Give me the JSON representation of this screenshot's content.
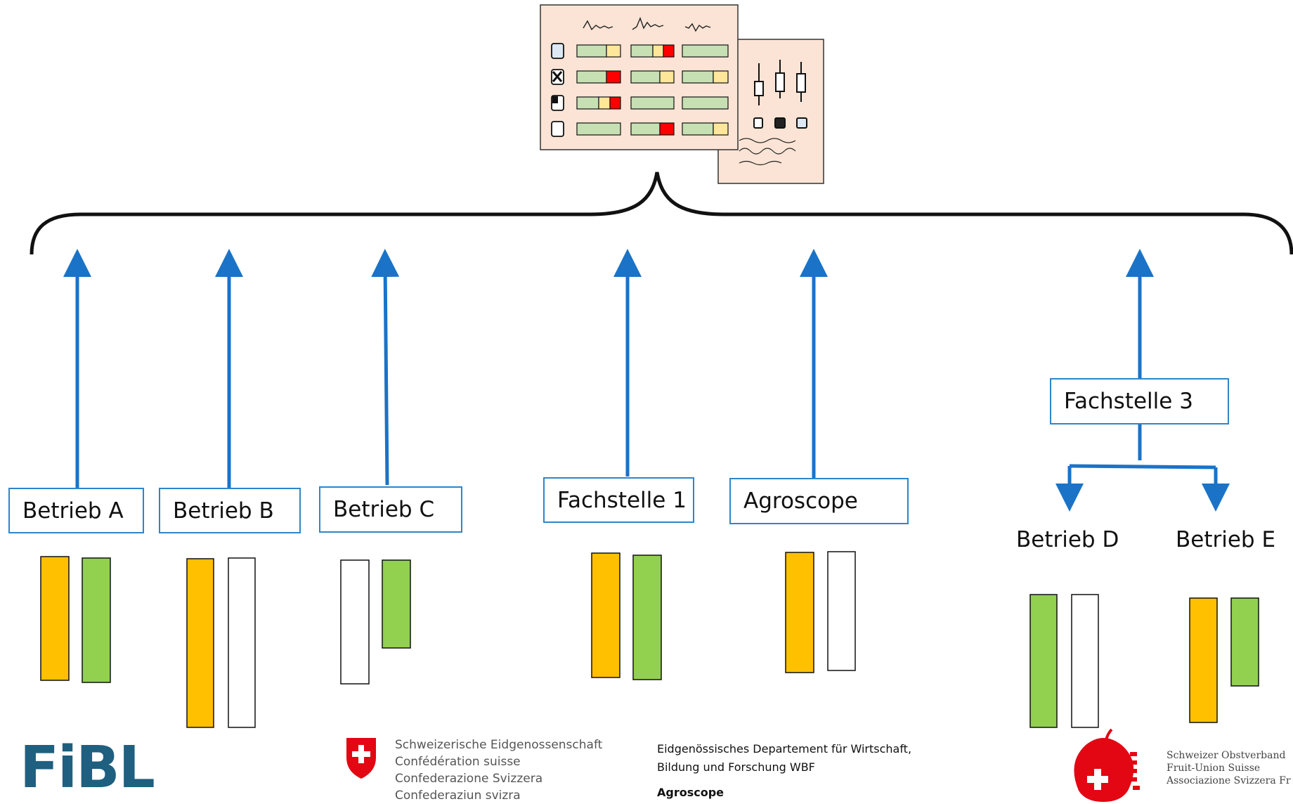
{
  "labels": {
    "betrieb_a": "Betrieb A",
    "betrieb_b": "Betrieb B",
    "betrieb_c": "Betrieb C",
    "fachstelle_1": "Fachstelle 1",
    "agroscope": "Agroscope",
    "fachstelle_3": "Fachstelle 3",
    "betrieb_d": "Betrieb D",
    "betrieb_e": "Betrieb E"
  },
  "footer": {
    "fibl": "FiBL",
    "swiss_line1": "Schweizerische Eidgenossenschaft",
    "swiss_line2": "Confédération suisse",
    "swiss_line3": "Confederazione Svizzera",
    "swiss_line4": "Confederaziun svizra",
    "wbf_line1": "Eidgenössisches Departement für Wirtschaft,",
    "wbf_line2": "Bildung und Forschung WBF",
    "wbf_line3": "Agroscope",
    "obst_line1": "Schweizer Obstverband",
    "obst_line2": "Fruit-Union Suisse",
    "obst_line3": "Associazione Svizzera Fr"
  },
  "colors": {
    "arrow": "#1a73c7",
    "box_border": "#2e86c9",
    "orange_bar": "#ffc000",
    "green_bar": "#92d050",
    "empty_bar": "#ffffff",
    "status_red": "#ff0000",
    "status_yellow": "#ffe699",
    "status_green": "#c6e0b4",
    "doc_bg": "#fbe4d5",
    "fibl_blue": "#1f5f7f",
    "swiss_red": "#e30613"
  },
  "bar_pairs": [
    {
      "entity": "Betrieb A",
      "left": "orange",
      "right": "green"
    },
    {
      "entity": "Betrieb B",
      "left": "orange",
      "right": "empty"
    },
    {
      "entity": "Betrieb C",
      "left": "empty",
      "right": "green"
    },
    {
      "entity": "Fachstelle 1",
      "left": "orange",
      "right": "green"
    },
    {
      "entity": "Agroscope",
      "left": "orange",
      "right": "empty"
    },
    {
      "entity": "Betrieb D",
      "left": "green",
      "right": "empty"
    },
    {
      "entity": "Betrieb E",
      "left": "orange",
      "right": "green"
    }
  ],
  "dashboard_rows": [
    [
      [
        "green",
        "yellow"
      ],
      [
        "green",
        "yellow",
        "red"
      ],
      [
        "green"
      ]
    ],
    [
      [
        "green",
        "red"
      ],
      [
        "green",
        "yellow"
      ],
      [
        "green",
        "yellow"
      ]
    ],
    [
      [
        "green",
        "yellow",
        "red"
      ],
      [
        "green"
      ],
      [
        "green"
      ]
    ],
    [
      [
        "green"
      ],
      [
        "green",
        "red"
      ],
      [
        "green",
        "yellow"
      ]
    ]
  ],
  "icons": [
    "dice-icon",
    "checker-icon",
    "quadrant-icon",
    "smiley-icon"
  ]
}
